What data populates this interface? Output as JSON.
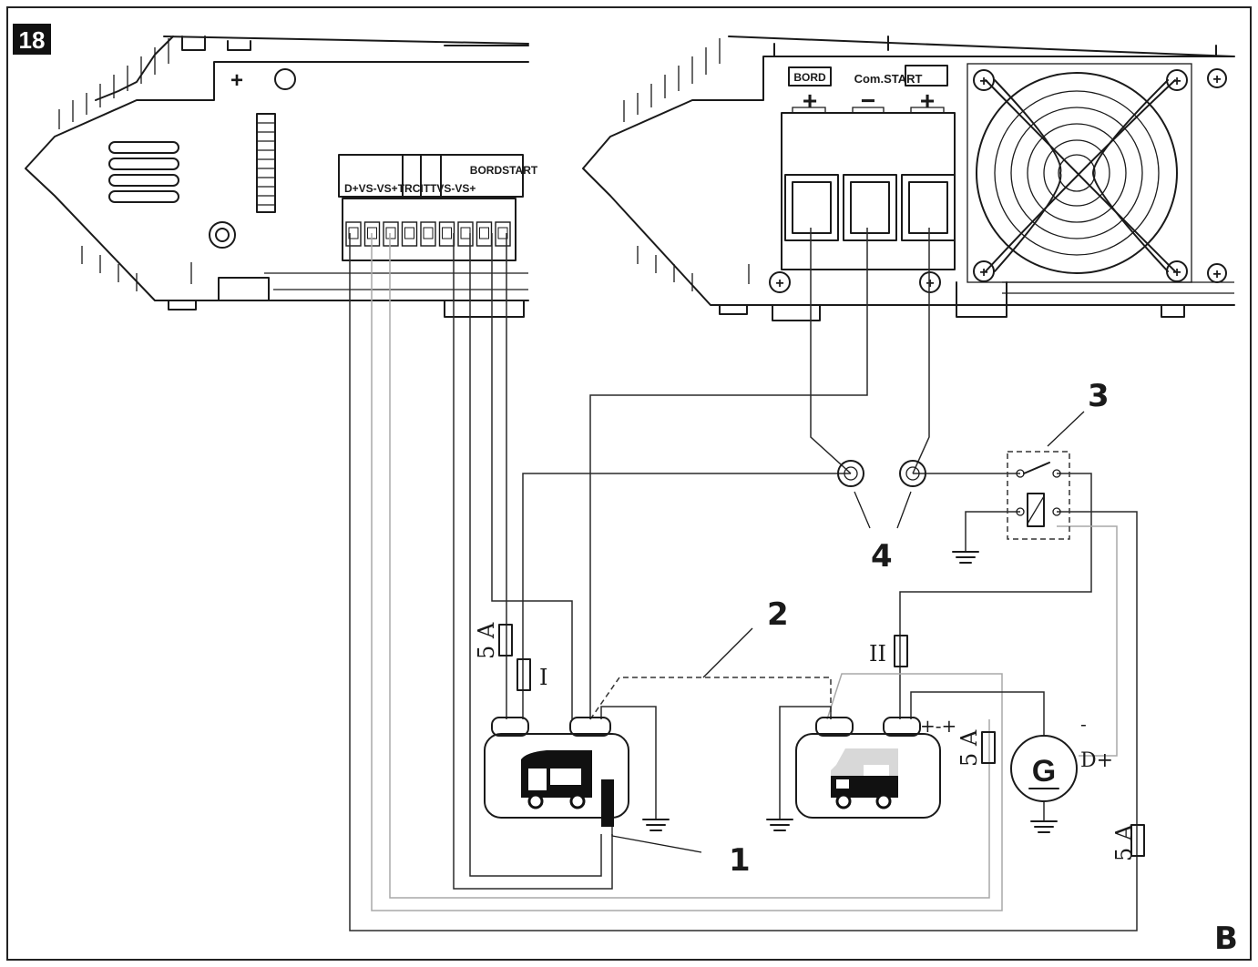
{
  "figure": {
    "number": "18",
    "panel": "B"
  },
  "left_device": {
    "plus_symbol": "+",
    "terminal_header": "BORDSTART",
    "terminal_pins": "D+VS-VS+TRCITTVS-VS+"
  },
  "right_device": {
    "label_bord": "BORD",
    "label_com_start": "Com.START",
    "sign_plus_1": "+",
    "sign_minus": "−",
    "sign_plus_2": "+"
  },
  "callouts": {
    "c1": "1",
    "c2": "2",
    "c3": "3",
    "c4": "4"
  },
  "fuses": {
    "f_5a_left": "5 A",
    "f_I": "I",
    "f_II": "II",
    "f_5a_mid": "5 A",
    "f_5a_right": "5 A"
  },
  "generator": {
    "symbol": "G",
    "minus": "-",
    "dplus": "D+",
    "battery_marks": "+-+"
  },
  "icons": [
    "battery-icon",
    "camper-icon",
    "fan-icon",
    "relay-icon",
    "ground-icon",
    "generator-icon",
    "fuse-icon"
  ]
}
